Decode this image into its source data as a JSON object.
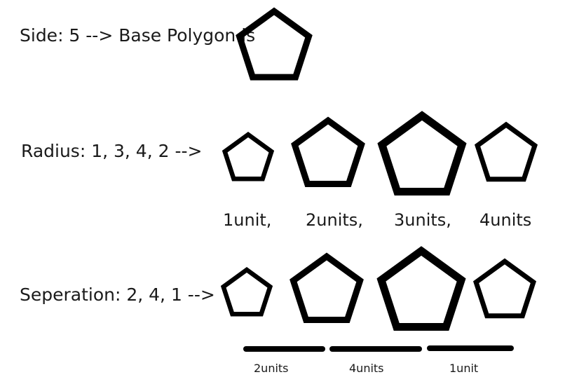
{
  "side_label": "Side: 5 --> Base Polygon is",
  "radius_label": "Radius: 1, 3, 4, 2 -->",
  "separation_label": "Seperation: 2, 4, 1 -->",
  "radius_units": [
    "1unit,",
    "2units,",
    "3units,",
    "4units"
  ],
  "separation_units": [
    "2units",
    "4units",
    "1unit"
  ],
  "polygon_sides": 5,
  "colors": {
    "stroke": "#000000",
    "text": "#1a1a1a",
    "background": "#ffffff"
  }
}
